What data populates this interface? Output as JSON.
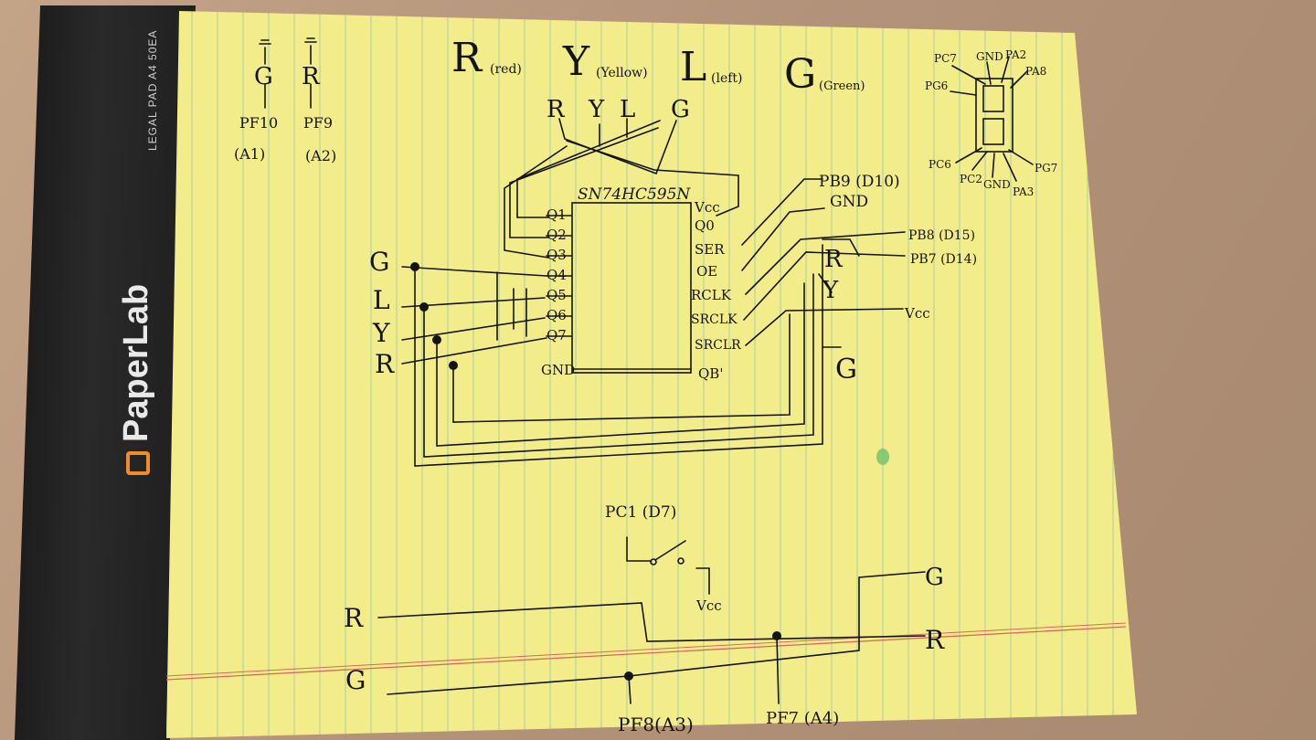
{
  "pad": {
    "brand": "PaperLab",
    "meta": "LEGAL PAD A4 50EA"
  },
  "legend": {
    "r": "R",
    "r_desc": "(red)",
    "y": "Y",
    "y_desc": "(Yellow)",
    "l": "L",
    "l_desc": "(left)",
    "g": "G",
    "g_desc": "(Green)"
  },
  "top_leds": {
    "g_label": "G",
    "g_pin": "PF10",
    "g_alt": "(A1)",
    "r_label": "R",
    "r_pin": "PF9",
    "r_alt": "(A2)"
  },
  "chip": {
    "name": "SN74HC595N",
    "left_pins": [
      "Q1",
      "Q2",
      "Q3",
      "Q4",
      "Q5",
      "Q6",
      "Q7",
      "GND"
    ],
    "right_pins": [
      "Vcc",
      "Q0",
      "SER",
      "OE",
      "RCLK",
      "SRCLK",
      "SRCLR",
      "QB'"
    ]
  },
  "chip_top_inputs": [
    "R",
    "Y",
    "L",
    "G"
  ],
  "left_leds": [
    "G",
    "L",
    "Y",
    "R"
  ],
  "right_labels": {
    "pb9": "PB9 (D10)",
    "gnd": "GND",
    "pb8": "PB8 (D15)",
    "pb7": "PB7 (D14)",
    "vcc": "Vcc",
    "r": "R",
    "y": "Y",
    "g": "G"
  },
  "seg_display": {
    "pins_top": [
      "PC7",
      "GND",
      "PA2",
      "PA8",
      "PG6"
    ],
    "pins_bottom": [
      "PC6",
      "PC2",
      "GND",
      "PA3",
      "PG7"
    ]
  },
  "switch": {
    "label": "PC1 (D7)",
    "vcc": "Vcc"
  },
  "bottom": {
    "r_left": "R",
    "g_left": "G",
    "g_right": "G",
    "r_right": "R",
    "pin_a3": "PF8(A3)",
    "pin_a4": "PF7 (A4)"
  }
}
